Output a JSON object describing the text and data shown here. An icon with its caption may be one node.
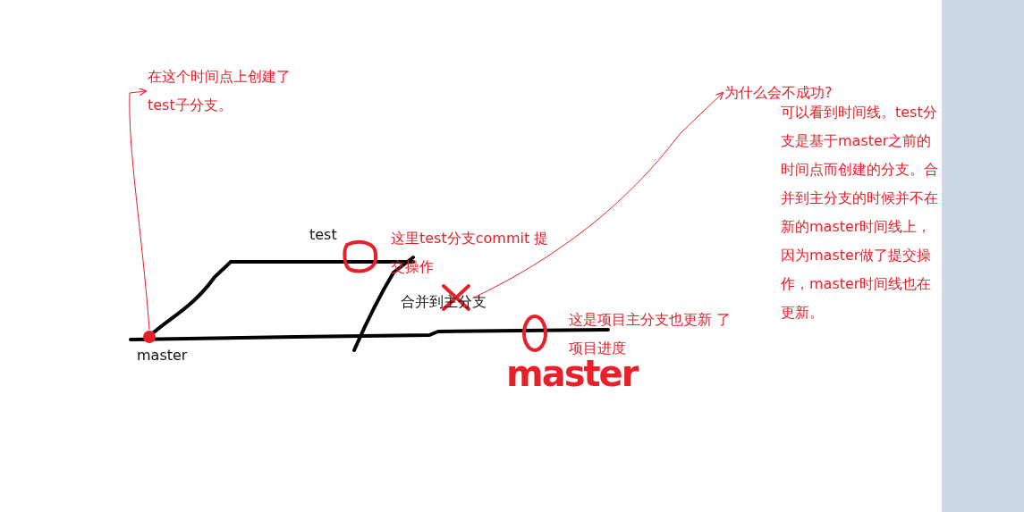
{
  "diagram": {
    "nodes": [
      {
        "text": [
          "在这个时间点上创建了 test子分支。"
        ]
      },
      {
        "text": [
          "为什么会不成功?"
        ]
      },
      {
        "text": [],
        "shape": "cross"
      },
      {
        "text": [],
        "shape": "circle"
      }
    ],
    "edges": [
      {
        "from": 3,
        "to": 0,
        "arrow": "to"
      },
      {
        "from": 2,
        "to": 1,
        "arrow": "to"
      }
    ],
    "labels": [
      "test",
      "这里test分支commit 提交操作",
      "合并到主分支",
      "master",
      "这是项目主分支也更新 了项目进度",
      "master",
      "可以看到时间线。test分支是基于master之前的时间点而创建的分支。合并到主分支的时候并不在新的master时间线上，因为master做了提交操作，master时间线也在更新。"
    ]
  }
}
